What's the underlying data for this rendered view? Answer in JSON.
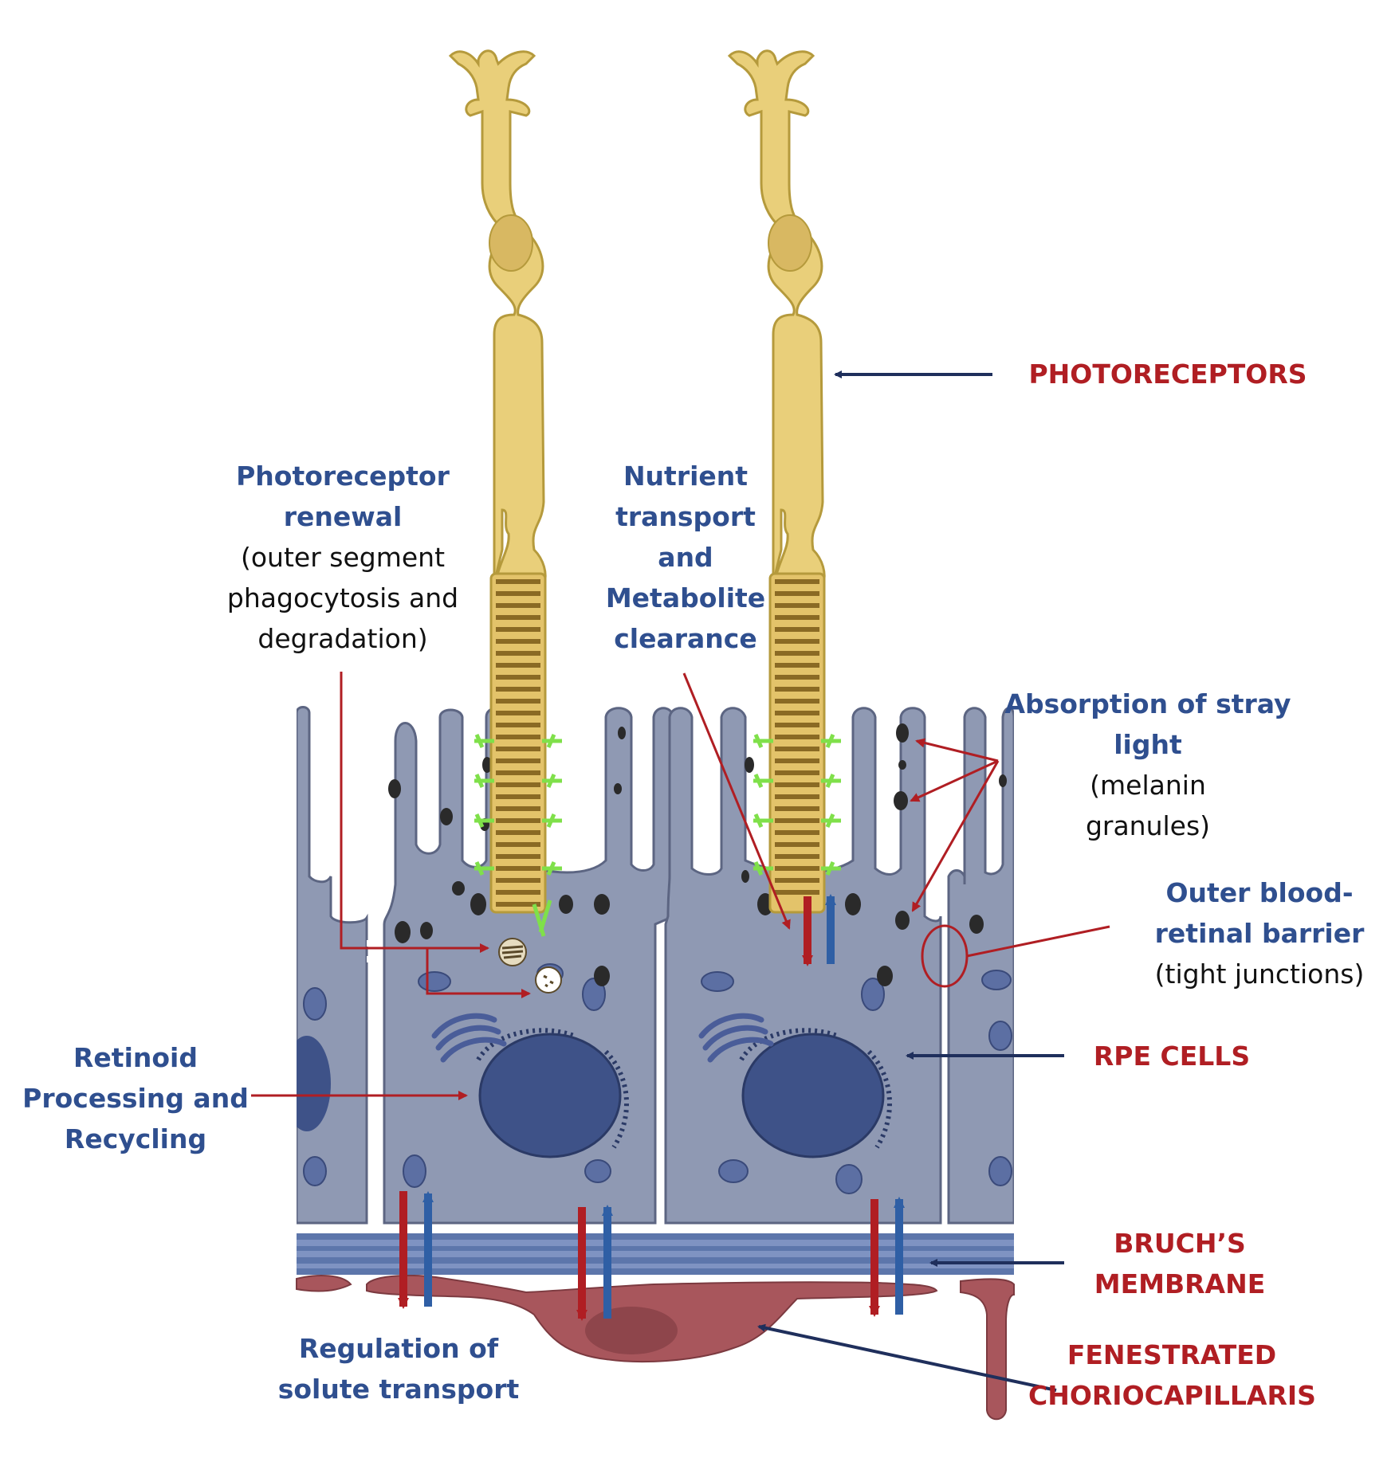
{
  "labels": {
    "photoreceptors": "PHOTORECEPTORS",
    "photoreceptor_renewal": {
      "title_line1": "Photoreceptor",
      "title_line2": "renewal",
      "detail_line1": "(outer segment",
      "detail_line2": "phagocytosis and",
      "detail_line3": "degradation)"
    },
    "nutrient_transport": {
      "line1": "Nutrient",
      "line2": "transport",
      "line3": "and",
      "line4": "Metabolite",
      "line5": "clearance"
    },
    "stray_light": {
      "title_line1": "Absorption of stray",
      "title_line2": "light",
      "detail_line1": "(melanin",
      "detail_line2": "granules)"
    },
    "outer_barrier": {
      "title_line1": "Outer blood-",
      "title_line2": "retinal barrier",
      "detail": "(tight junctions)"
    },
    "rpe_cells": "RPE CELLS",
    "retinoid": {
      "line1": "Retinoid",
      "line2": "Processing and",
      "line3": "Recycling"
    },
    "bruchs": {
      "line1": "BRUCH’S",
      "line2": "MEMBRANE"
    },
    "solute_transport": {
      "line1": "Regulation of",
      "line2": "solute transport"
    },
    "choriocapillaris": {
      "line1": "FENESTRATED",
      "line2": "CHORIOCAPILLARIS"
    }
  },
  "colors": {
    "photoreceptor_fill": "#e9cf7a",
    "photoreceptor_stroke": "#b59a3c",
    "rpe_fill": "#8f99b3",
    "nucleus": "#3e5288",
    "melanin": "#2a2a2a",
    "bruchs": "#5d76ab",
    "choriocapillaris": "#a8565c",
    "label_blue": "#2f4f8f",
    "label_red": "#b01e23",
    "arrow_navy": "#1f2f5c",
    "arrow_red": "#b01e23",
    "arrow_blue": "#2f5fa5",
    "microvilli_highlight": "#7fe04a"
  }
}
